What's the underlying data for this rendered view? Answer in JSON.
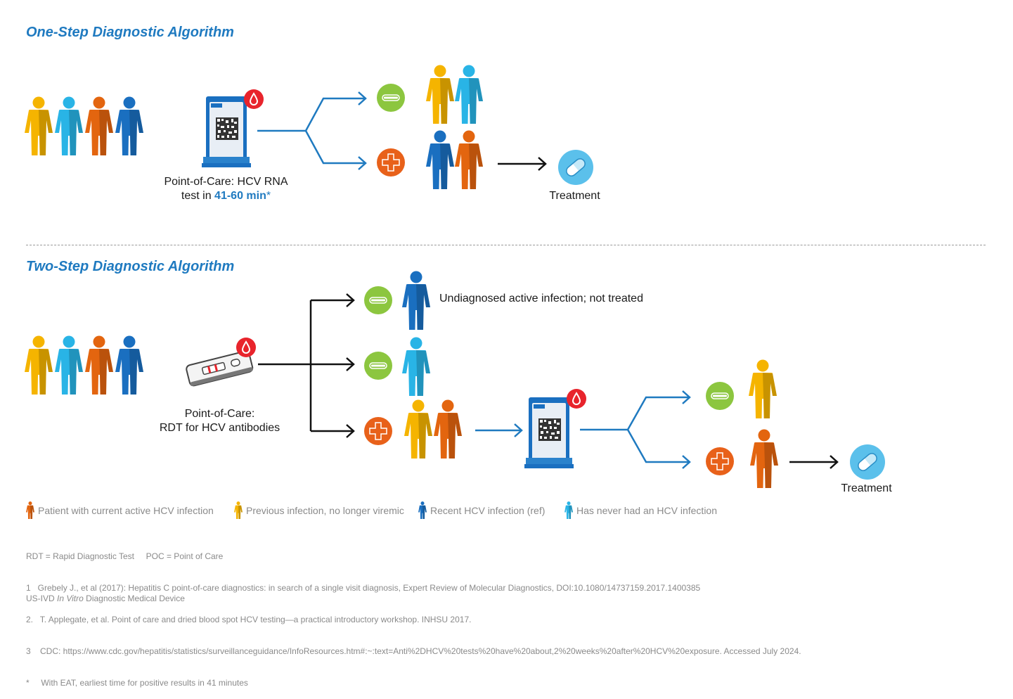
{
  "one_step": {
    "title": "One-Step Diagnostic Algorithm",
    "caption_line1": "Point-of-Care: HCV RNA",
    "caption_line2_prefix": "test in ",
    "caption_time": "41-60 min",
    "caption_asterisk": "*",
    "treatment_label": "Treatment"
  },
  "two_step": {
    "title": "Two-Step Diagnostic Algorithm",
    "caption_line1": "Point-of-Care:",
    "caption_line2": "RDT for HCV antibodies",
    "undiagnosed_note": "Undiagnosed active infection; not treated",
    "treatment_label": "Treatment"
  },
  "legend": [
    {
      "label": "Patient with current active HCV infection",
      "color": "#e3650f"
    },
    {
      "label": "Previous infection, no longer viremic",
      "color": "#f5b400"
    },
    {
      "label": "Recent HCV infection (ref)",
      "color": "#1a6fc0"
    },
    {
      "label": "Has never had an HCV infection",
      "color": "#29b4e6"
    }
  ],
  "colors": {
    "orange": "#e3650f",
    "yellow": "#f5b400",
    "dark_blue": "#1a6fc0",
    "light_blue": "#29b4e6",
    "negative": "#8cc63f",
    "positive": "#e8611a",
    "drop": "#e8242c",
    "flow_blue": "#1f7ac0",
    "flow_black": "#111111",
    "treatment": "#5bc0eb"
  },
  "footnotes": {
    "abbrev": "RDT = Rapid Diagnostic Test     POC = Point of Care",
    "ref1": "1   Grebely J., et al (2017): Hepatitis C point-of-care diagnostics: in search of a single visit diagnosis, Expert Review of Molecular Diagnostics, DOI:10.1080/14737159.2017.1400385",
    "ref2": "2.   T. Applegate, et al. Point of care and dried blood spot HCV testing—a practical introductory workshop. INHSU 2017.",
    "ref3": "3    CDC: https://www.cdc.gov/hepatitis/statistics/surveillanceguidance/InfoResources.htm#:~:text=Anti%2DHCV%20tests%20have%20about,2%20weeks%20after%20HCV%20exposure. Accessed July 2024.",
    "ref4": "*     With EAT, earliest time for positive results in 41 minutes",
    "device_prefix": "US-IVD ",
    "device_italic": "In Vitro",
    "device_suffix": " Diagnostic Medical Device"
  },
  "icons": {
    "person": "person-icon",
    "negative": "minus-circle-icon",
    "positive": "plus-circle-icon",
    "drop": "blood-drop-icon",
    "pill": "pill-icon",
    "cartridge": "genexpert-cartridge-icon",
    "rdt": "rapid-test-strip-icon"
  }
}
